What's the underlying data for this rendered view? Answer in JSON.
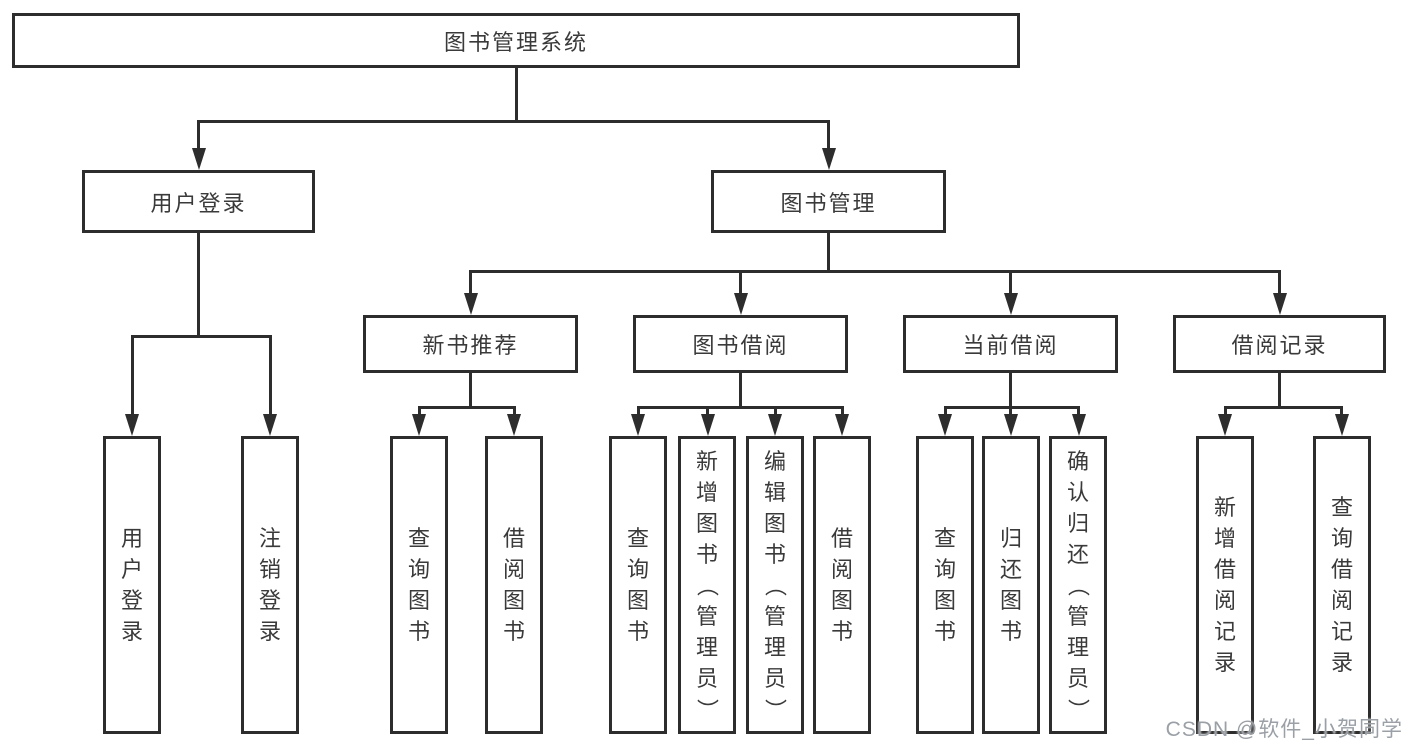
{
  "diagram": {
    "root": "图书管理系统",
    "branches": [
      {
        "label": "用户登录",
        "children": [
          "用户登录",
          "注销登录"
        ]
      },
      {
        "label": "图书管理",
        "groups": [
          {
            "label": "新书推荐",
            "children": [
              "查询图书",
              "借阅图书"
            ]
          },
          {
            "label": "图书借阅",
            "children": [
              "查询图书",
              "新增图书（管理员）",
              "编辑图书（管理员）",
              "借阅图书"
            ]
          },
          {
            "label": "当前借阅",
            "children": [
              "查询图书",
              "归还图书",
              "确认归还（管理员）"
            ]
          },
          {
            "label": "借阅记录",
            "children": [
              "新增借阅记录",
              "查询借阅记录"
            ]
          }
        ]
      }
    ]
  },
  "watermark": "CSDN @软件_小贺同学",
  "colors": {
    "line": "#2d2d2d",
    "text": "#3a3a3a",
    "background": "#ffffff",
    "watermark": "#9aa0a6"
  }
}
